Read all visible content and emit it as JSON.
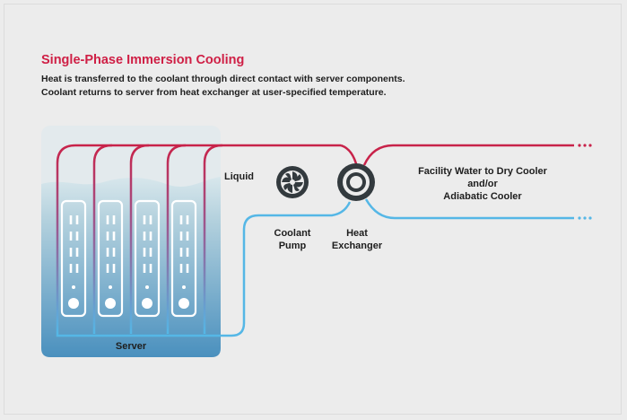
{
  "header": {
    "title": "Single-Phase Immersion Cooling",
    "description_line1": "Heat is transferred to the coolant through direct contact with server components.",
    "description_line2": "Coolant returns to server from heat exchanger at user-specified temperature."
  },
  "labels": {
    "liquid": "Liquid",
    "pump_line1": "Coolant",
    "pump_line2": "Pump",
    "hx_line1": "Heat",
    "hx_line2": "Exchanger",
    "facility_line1": "Facility Water to Dry Cooler",
    "facility_line2": "and/or",
    "facility_line3": "Adiabatic Cooler",
    "server": "Server"
  },
  "colors": {
    "hot": "#c8234a",
    "cold": "#55b7e6",
    "tank_top": "#c6dbe2",
    "tank_bottom": "#4f94bf",
    "icon": "#333a3e",
    "title": "#cf1f45"
  },
  "icons": {
    "pump": "fan-icon",
    "heat_exchanger": "concentric-rings-icon",
    "server_slots": "server-rack-icon"
  }
}
